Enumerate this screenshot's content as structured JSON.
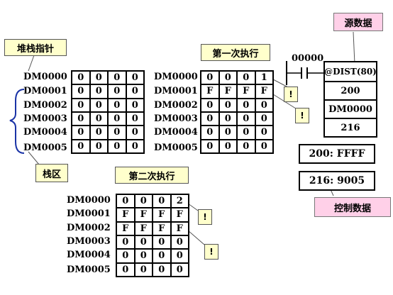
{
  "labels": {
    "stack_pointer": "堆栈指针",
    "first_exec": "第一次执行",
    "second_exec": "第二次执行",
    "stack_area": "栈区",
    "source_data": "源数据",
    "control_data": "控制数据",
    "bang": "!"
  },
  "table_rows": [
    "DM0000",
    "DM0001",
    "DM0002",
    "DM0003",
    "DM0004",
    "DM0005"
  ],
  "tables": {
    "initial": [
      [
        "0",
        "0",
        "0",
        "0"
      ],
      [
        "0",
        "0",
        "0",
        "0"
      ],
      [
        "0",
        "0",
        "0",
        "0"
      ],
      [
        "0",
        "0",
        "0",
        "0"
      ],
      [
        "0",
        "0",
        "0",
        "0"
      ],
      [
        "0",
        "0",
        "0",
        "0"
      ]
    ],
    "first": [
      [
        "0",
        "0",
        "0",
        "1"
      ],
      [
        "F",
        "F",
        "F",
        "F"
      ],
      [
        "0",
        "0",
        "0",
        "0"
      ],
      [
        "0",
        "0",
        "0",
        "0"
      ],
      [
        "0",
        "0",
        "0",
        "0"
      ],
      [
        "0",
        "0",
        "0",
        "0"
      ]
    ],
    "second": [
      [
        "0",
        "0",
        "0",
        "2"
      ],
      [
        "F",
        "F",
        "F",
        "F"
      ],
      [
        "F",
        "F",
        "F",
        "F"
      ],
      [
        "0",
        "0",
        "0",
        "0"
      ],
      [
        "0",
        "0",
        "0",
        "0"
      ],
      [
        "0",
        "0",
        "0",
        "0"
      ]
    ]
  },
  "ladder": {
    "contact": "00000",
    "instruction": "@DIST(80)",
    "operands": [
      "200",
      "DM0000",
      "216"
    ]
  },
  "data_values": {
    "v200": "200:  FFFF",
    "v216": "216:  9005"
  },
  "colors": {
    "callout": "#ffffcc",
    "callout_pink": "#ffd0e8",
    "brace": "#1a33a6"
  }
}
